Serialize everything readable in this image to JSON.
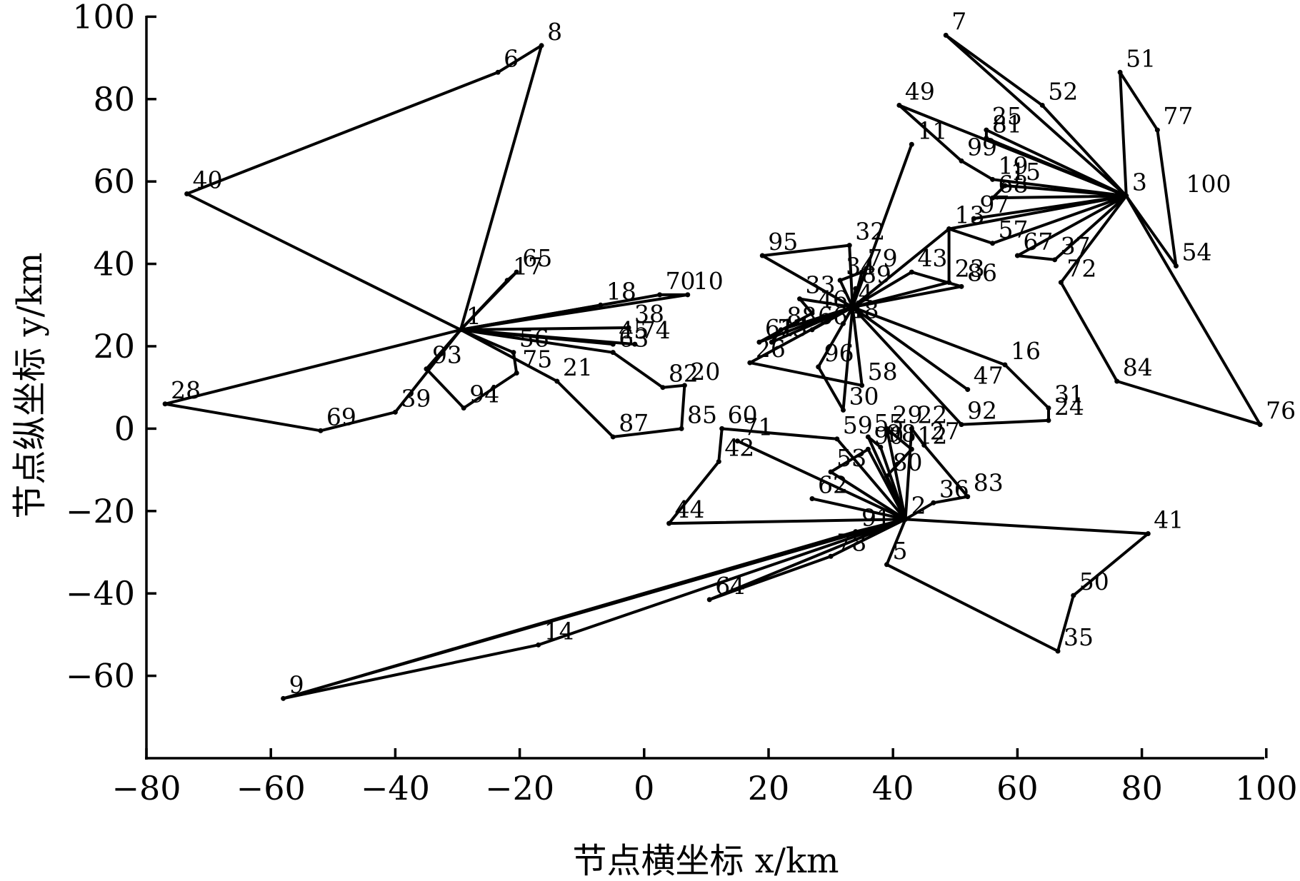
{
  "chart_data": {
    "type": "line",
    "xlabel": "节点横坐标 x/km",
    "ylabel": "节点纵坐标 y/km",
    "xlim": [
      -80,
      100
    ],
    "ylim": [
      -80,
      100
    ],
    "xticks": [
      -80,
      -60,
      -40,
      -20,
      0,
      20,
      40,
      60,
      80,
      100
    ],
    "yticks": [
      -60,
      -40,
      -20,
      0,
      20,
      40,
      60,
      80,
      100
    ],
    "xtick_labels": [
      "−80",
      "−60",
      "−40",
      "−20",
      "0",
      "20",
      "40",
      "60",
      "80",
      "100"
    ],
    "ytick_labels": [
      "−60",
      "−40",
      "−20",
      "0",
      "20",
      "40",
      "60",
      "80",
      "100"
    ],
    "nodes": [
      {
        "id": "1",
        "x": -29.5,
        "y": 24
      },
      {
        "id": "2",
        "x": 42,
        "y": -22
      },
      {
        "id": "3",
        "x": 77.5,
        "y": 56.5
      },
      {
        "id": "4",
        "x": 33.5,
        "y": 29.5
      },
      {
        "id": "5",
        "x": 39,
        "y": -33
      },
      {
        "id": "6",
        "x": -23.5,
        "y": 86.5
      },
      {
        "id": "7",
        "x": 48.5,
        "y": 95.5
      },
      {
        "id": "8",
        "x": -16.5,
        "y": 93
      },
      {
        "id": "9",
        "x": -58,
        "y": -65.5
      },
      {
        "id": "10",
        "x": 7,
        "y": 32.5
      },
      {
        "id": "11",
        "x": 43,
        "y": 69
      },
      {
        "id": "12",
        "x": 43,
        "y": -5
      },
      {
        "id": "13",
        "x": 49,
        "y": 48.5
      },
      {
        "id": "14",
        "x": -17,
        "y": -52.5
      },
      {
        "id": "15",
        "x": 58,
        "y": 59
      },
      {
        "id": "16",
        "x": 58,
        "y": 15.5
      },
      {
        "id": "17",
        "x": -22,
        "y": 36
      },
      {
        "id": "18",
        "x": -7,
        "y": 30
      },
      {
        "id": "19",
        "x": 56,
        "y": 60.5
      },
      {
        "id": "20",
        "x": 6.5,
        "y": 10.5
      },
      {
        "id": "21",
        "x": -14,
        "y": 11.5
      },
      {
        "id": "22",
        "x": 43,
        "y": 0
      },
      {
        "id": "23",
        "x": 49,
        "y": 35.5
      },
      {
        "id": "24",
        "x": 65,
        "y": 2
      },
      {
        "id": "25",
        "x": 55,
        "y": 72.5
      },
      {
        "id": "26",
        "x": 17,
        "y": 16
      },
      {
        "id": "27",
        "x": 45,
        "y": -4
      },
      {
        "id": "28",
        "x": -77,
        "y": 6
      },
      {
        "id": "29",
        "x": 39,
        "y": 0
      },
      {
        "id": "30",
        "x": 32,
        "y": 4.5
      },
      {
        "id": "31",
        "x": 65,
        "y": 5
      },
      {
        "id": "32",
        "x": 33,
        "y": 44.5
      },
      {
        "id": "33",
        "x": 25,
        "y": 31.5
      },
      {
        "id": "34",
        "x": 31.5,
        "y": 36
      },
      {
        "id": "35",
        "x": 66.5,
        "y": -54
      },
      {
        "id": "36",
        "x": 46.5,
        "y": -18
      },
      {
        "id": "37",
        "x": 66,
        "y": 41
      },
      {
        "id": "38",
        "x": -2.5,
        "y": 24.5
      },
      {
        "id": "39",
        "x": -40,
        "y": 4
      },
      {
        "id": "40",
        "x": -73.5,
        "y": 57
      },
      {
        "id": "41",
        "x": 81,
        "y": -25.5
      },
      {
        "id": "42",
        "x": 12,
        "y": -8
      },
      {
        "id": "43",
        "x": 43,
        "y": 38
      },
      {
        "id": "44",
        "x": 4,
        "y": -23
      },
      {
        "id": "45",
        "x": -5,
        "y": 20.5
      },
      {
        "id": "46",
        "x": 27,
        "y": 28
      },
      {
        "id": "47",
        "x": 52,
        "y": 9.5
      },
      {
        "id": "48",
        "x": 32,
        "y": 25.5
      },
      {
        "id": "49",
        "x": 41,
        "y": 78.5
      },
      {
        "id": "50",
        "x": 69,
        "y": -40.5
      },
      {
        "id": "51",
        "x": 76.5,
        "y": 86.5
      },
      {
        "id": "52",
        "x": 64,
        "y": 78.5
      },
      {
        "id": "53",
        "x": 30,
        "y": -10.5
      },
      {
        "id": "54",
        "x": 85.5,
        "y": 39.5
      },
      {
        "id": "55",
        "x": 36,
        "y": -2
      },
      {
        "id": "56",
        "x": -21,
        "y": 18.5
      },
      {
        "id": "57",
        "x": 56,
        "y": 45
      },
      {
        "id": "58",
        "x": 35,
        "y": 10.5
      },
      {
        "id": "59",
        "x": 31,
        "y": -2.5
      },
      {
        "id": "60",
        "x": 12.5,
        "y": 0
      },
      {
        "id": "61",
        "x": 18.5,
        "y": 21
      },
      {
        "id": "62",
        "x": 27,
        "y": -17
      },
      {
        "id": "63",
        "x": -5,
        "y": 18.5
      },
      {
        "id": "64",
        "x": 10.5,
        "y": -41.5
      },
      {
        "id": "65",
        "x": -20.5,
        "y": 38
      },
      {
        "id": "66",
        "x": 27,
        "y": 24
      },
      {
        "id": "67",
        "x": 60,
        "y": 42
      },
      {
        "id": "68",
        "x": 56,
        "y": 56
      },
      {
        "id": "69",
        "x": -52,
        "y": -0.5
      },
      {
        "id": "70",
        "x": 2.5,
        "y": 32.5
      },
      {
        "id": "71",
        "x": 15,
        "y": -3
      },
      {
        "id": "72",
        "x": 67,
        "y": 35.5
      },
      {
        "id": "73",
        "x": 20.5,
        "y": 21
      },
      {
        "id": "74",
        "x": -1.5,
        "y": 20.5
      },
      {
        "id": "75",
        "x": -20.5,
        "y": 13.5
      },
      {
        "id": "76",
        "x": 99,
        "y": 1
      },
      {
        "id": "77",
        "x": 82.5,
        "y": 72.5
      },
      {
        "id": "78",
        "x": 30,
        "y": -31
      },
      {
        "id": "79",
        "x": 35,
        "y": 38
      },
      {
        "id": "80",
        "x": 39,
        "y": -11.5
      },
      {
        "id": "81",
        "x": 55,
        "y": 70.5
      },
      {
        "id": "82",
        "x": 3,
        "y": 10
      },
      {
        "id": "83",
        "x": 52,
        "y": -16.5
      },
      {
        "id": "84",
        "x": 76,
        "y": 11.5
      },
      {
        "id": "85",
        "x": 6,
        "y": 0
      },
      {
        "id": "86",
        "x": 51,
        "y": 34.5
      },
      {
        "id": "87",
        "x": -5,
        "y": -2
      },
      {
        "id": "88",
        "x": 22,
        "y": 24
      },
      {
        "id": "89",
        "x": 34,
        "y": 34
      },
      {
        "id": "90",
        "x": 36,
        "y": -5
      },
      {
        "id": "91",
        "x": 34,
        "y": -25
      },
      {
        "id": "92",
        "x": 51,
        "y": 1
      },
      {
        "id": "93",
        "x": -35,
        "y": 14.5
      },
      {
        "id": "94",
        "x": -29,
        "y": 5
      },
      {
        "id": "95",
        "x": 19,
        "y": 42
      },
      {
        "id": "96",
        "x": 28,
        "y": 15
      },
      {
        "id": "97",
        "x": 53,
        "y": 51
      },
      {
        "id": "98",
        "x": 38,
        "y": -4.5
      },
      {
        "id": "99",
        "x": 51,
        "y": 65
      }
    ],
    "routes": [
      [
        "1",
        "8",
        "6",
        "40",
        "1"
      ],
      [
        "1",
        "65",
        "17",
        "1"
      ],
      [
        "1",
        "18",
        "1"
      ],
      [
        "1",
        "70",
        "10",
        "1"
      ],
      [
        "1",
        "38",
        "1"
      ],
      [
        "1",
        "45",
        "1"
      ],
      [
        "1",
        "74",
        "1"
      ],
      [
        "1",
        "63",
        "82",
        "20",
        "85",
        "87",
        "21",
        "1"
      ],
      [
        "1",
        "56",
        "75",
        "94",
        "93",
        "1"
      ],
      [
        "1",
        "39",
        "69",
        "28",
        "1"
      ],
      [
        "2",
        "41",
        "50",
        "35",
        "5",
        "2"
      ],
      [
        "2",
        "36",
        "83",
        "27",
        "22",
        "2"
      ],
      [
        "2",
        "29",
        "12",
        "80",
        "2"
      ],
      [
        "2",
        "55",
        "98",
        "2"
      ],
      [
        "2",
        "59",
        "60",
        "42",
        "44",
        "2"
      ],
      [
        "2",
        "71",
        "2"
      ],
      [
        "2",
        "53",
        "90",
        "2"
      ],
      [
        "2",
        "62",
        "2"
      ],
      [
        "2",
        "91",
        "9",
        "2"
      ],
      [
        "2",
        "14",
        "9"
      ],
      [
        "2",
        "78",
        "64",
        "2"
      ],
      [
        "3",
        "7",
        "52",
        "3"
      ],
      [
        "3",
        "51",
        "77",
        "100",
        "54",
        "3"
      ],
      [
        "3",
        "25",
        "81",
        "3"
      ],
      [
        "3",
        "49",
        "99",
        "19",
        "3"
      ],
      [
        "3",
        "15",
        "68",
        "3"
      ],
      [
        "3",
        "97",
        "3"
      ],
      [
        "3",
        "57",
        "13",
        "3"
      ],
      [
        "3",
        "67",
        "37",
        "3"
      ],
      [
        "3",
        "72",
        "84",
        "76",
        "3"
      ],
      [
        "4",
        "11",
        "4"
      ],
      [
        "4",
        "13",
        "23",
        "4"
      ],
      [
        "4",
        "43",
        "86",
        "4"
      ],
      [
        "4",
        "32",
        "95",
        "4"
      ],
      [
        "4",
        "79",
        "34",
        "4"
      ],
      [
        "4",
        "89",
        "4"
      ],
      [
        "4",
        "33",
        "46",
        "61",
        "4"
      ],
      [
        "4",
        "88",
        "73",
        "4"
      ],
      [
        "4",
        "66",
        "4"
      ],
      [
        "4",
        "48",
        "4"
      ],
      [
        "4",
        "96",
        "30",
        "4"
      ],
      [
        "4",
        "58",
        "26",
        "4"
      ],
      [
        "4",
        "47",
        "4"
      ],
      [
        "4",
        "16",
        "31",
        "24",
        "92",
        "4"
      ]
    ],
    "extra_labels": [
      {
        "id": "100",
        "x": 85.5,
        "y": 59.5
      }
    ]
  }
}
